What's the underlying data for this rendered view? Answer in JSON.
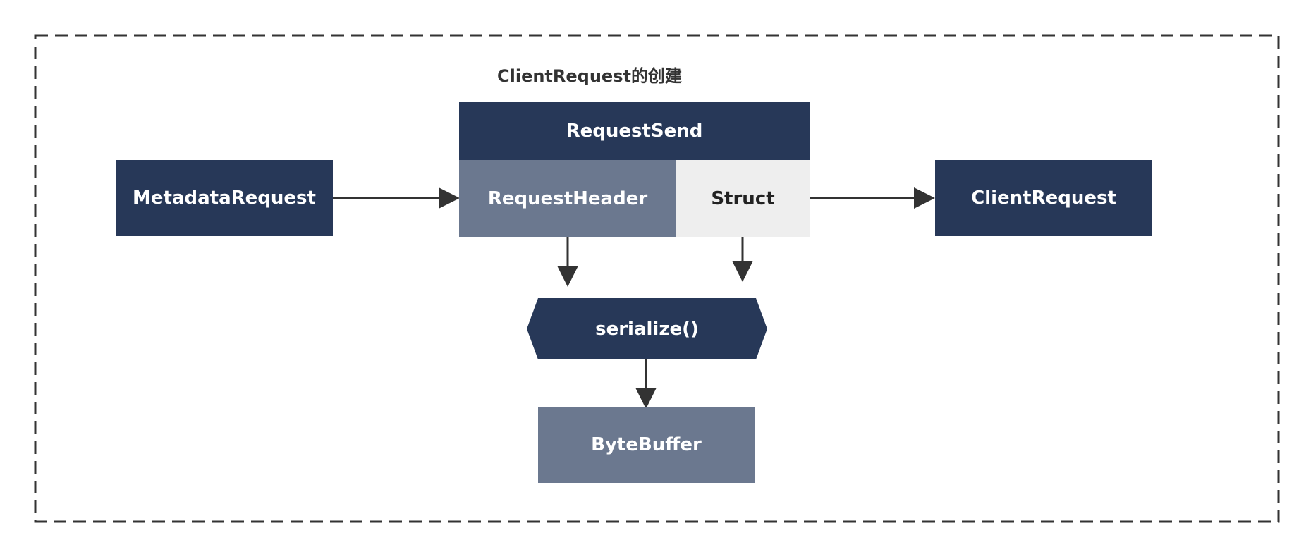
{
  "diagram": {
    "title": "ClientRequest的创建",
    "nodes": {
      "metadata_request": "MetadataRequest",
      "request_send": "RequestSend",
      "request_header": "RequestHeader",
      "struct": "Struct",
      "client_request": "ClientRequest",
      "serialize": "serialize()",
      "byte_buffer": "ByteBuffer"
    },
    "colors": {
      "dark_node": "#273858",
      "slate_node": "#6b788f",
      "light_node": "#eeeeee",
      "arrow": "#333333",
      "frame": "#333333"
    }
  }
}
